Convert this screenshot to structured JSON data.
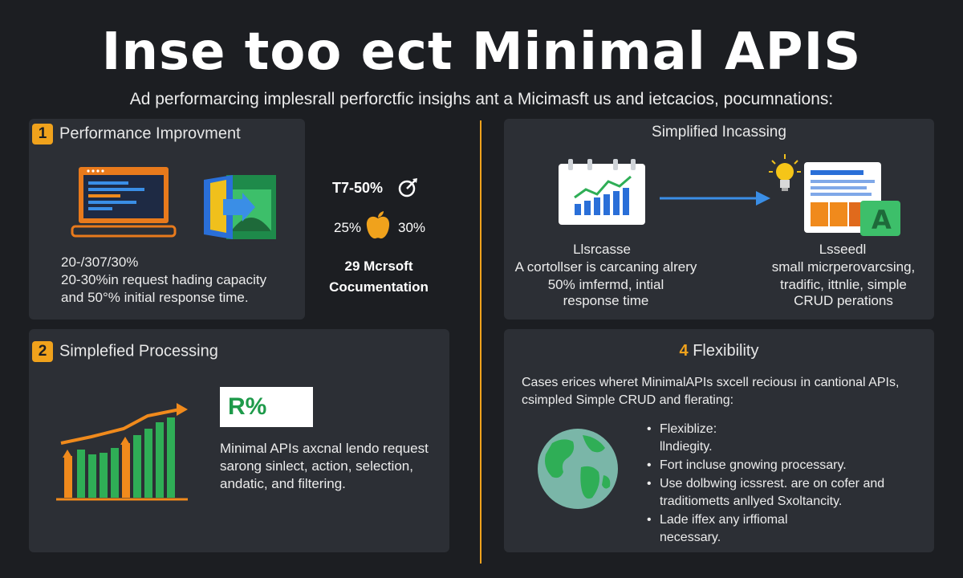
{
  "header": {
    "title": "Inse too ect Minimal  APIS",
    "subtitle": "Ad performarcing implesrall perforctfic insighs ant a Micimasft us and ietcacios, pocumnations:"
  },
  "panel1": {
    "number": "1",
    "heading": "Performance Improvment",
    "stat_line1": "20-/307/30%",
    "stat_line2": "20-30%in request hading capacity",
    "stat_line3": "and 50°% initial response time.",
    "metric_a": "T7-50%",
    "metric_b_left": "25%",
    "metric_b_right": "30%",
    "source_line1": "29 Mcrsoft",
    "source_line2": "Cocumentation",
    "icons": [
      "laptop-code-icon",
      "door-arrow-icon",
      "gauge-icon",
      "apple-icon"
    ]
  },
  "panel2": {
    "heading": "Simplified Incassing",
    "left_title": "Llsrcasse",
    "left_line1": "A cortollser is carcaning alrery",
    "left_line2": "50% imfermd, intial",
    "left_line3": "response time",
    "right_title": "Lsseedl",
    "right_line1": "small micrperovarcsing,",
    "right_line2": "tradific, ittnlie, simple",
    "right_line3": "CRUD perations",
    "icons": [
      "calendar-chart-icon",
      "arrow-right-icon",
      "lightbulb-icon",
      "document-a-icon"
    ]
  },
  "panel3": {
    "number": "2",
    "heading": "Simplefied Processing",
    "badge": "R%",
    "line1": "Minimal APIs axcnal lendo request",
    "line2": "sarong sinlect, action, selection,",
    "line3": "andatic, and filtering.",
    "icons": [
      "bar-chart-growth-icon"
    ]
  },
  "panel4": {
    "number": "4",
    "heading": "Flexibility",
    "intro1": "Cases erices wheret MinimalAPIs sxcell reciousı in cantional APIs,",
    "intro2": "csimpled Simple CRUD and flerating:",
    "bullets": [
      {
        "line1": "Flexiblize:",
        "line2": "llndiegity."
      },
      {
        "line1": "Fort incluse gnowing processary.",
        "line2": ""
      },
      {
        "line1": "Use dolbwing icssrest. are on cofer and",
        "line2": "traditiometts anllyed Sxoltancity."
      },
      {
        "line1": "Lade iffex any irffiomal",
        "line2": "necessary."
      }
    ],
    "icons": [
      "globe-icon"
    ]
  },
  "colors": {
    "background": "#1c1e22",
    "panel": "#2c2f35",
    "accent": "#f0a21c",
    "green": "#2fae56",
    "blue": "#3a8ee6",
    "orange": "#f08a1c"
  }
}
